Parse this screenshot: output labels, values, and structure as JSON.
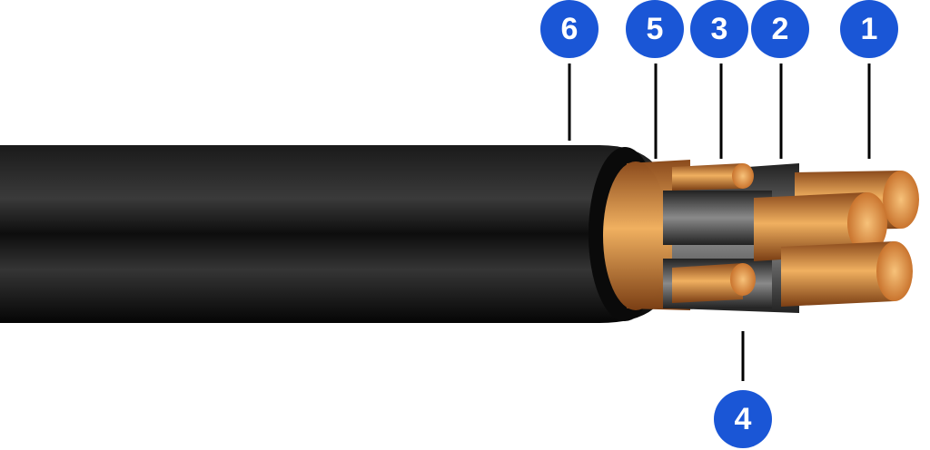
{
  "callouts": [
    {
      "label": "6"
    },
    {
      "label": "5"
    },
    {
      "label": "3"
    },
    {
      "label": "2"
    },
    {
      "label": "1"
    },
    {
      "label": "4"
    }
  ],
  "colors": {
    "badge": "#1a56d6",
    "sheath": "#111111",
    "copper": "#d9894a",
    "insulation": "#333333"
  }
}
